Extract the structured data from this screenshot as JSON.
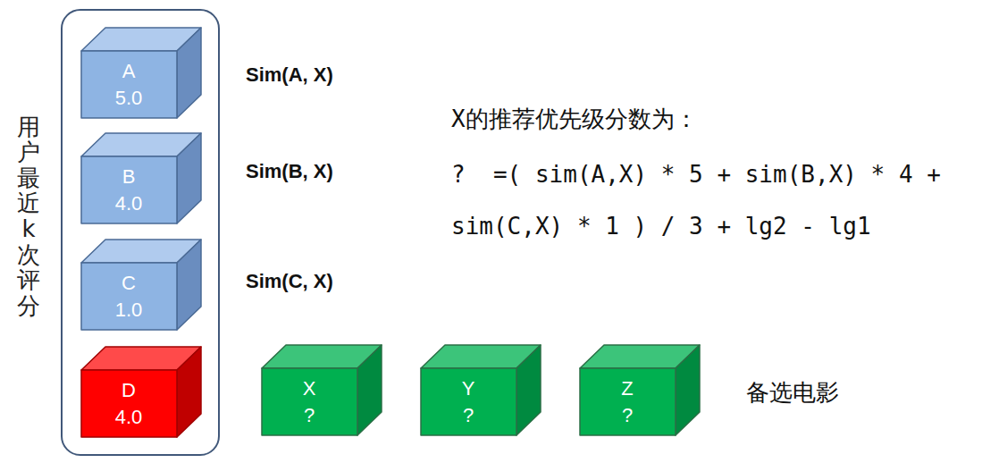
{
  "diagram": {
    "nodes": [
      {
        "text": [
          "用户最近k次评分"
        ]
      },
      {
        "text": [
          "A",
          "5.0"
        ],
        "in": 0
      },
      {
        "text": [
          "B",
          "4.0"
        ],
        "in": 0
      },
      {
        "text": [
          "C",
          "1.0"
        ],
        "in": 0
      },
      {
        "text": [
          "D",
          "4.0"
        ],
        "in": 0
      },
      {
        "text": [
          "X",
          "?"
        ]
      },
      {
        "text": [
          "Y",
          "?"
        ]
      },
      {
        "text": [
          "Z",
          "?"
        ]
      }
    ],
    "labels": [
      "Sim(A, X)",
      "Sim(B, X)",
      "Sim(C, X)",
      "X的推荐优先级分数为：",
      "?  =( sim(A,X) * 5 + sim(B,X) * 4 + sim(C,X) * 1 ) / 3 + lg2 - lg1",
      "备选电影"
    ]
  }
}
